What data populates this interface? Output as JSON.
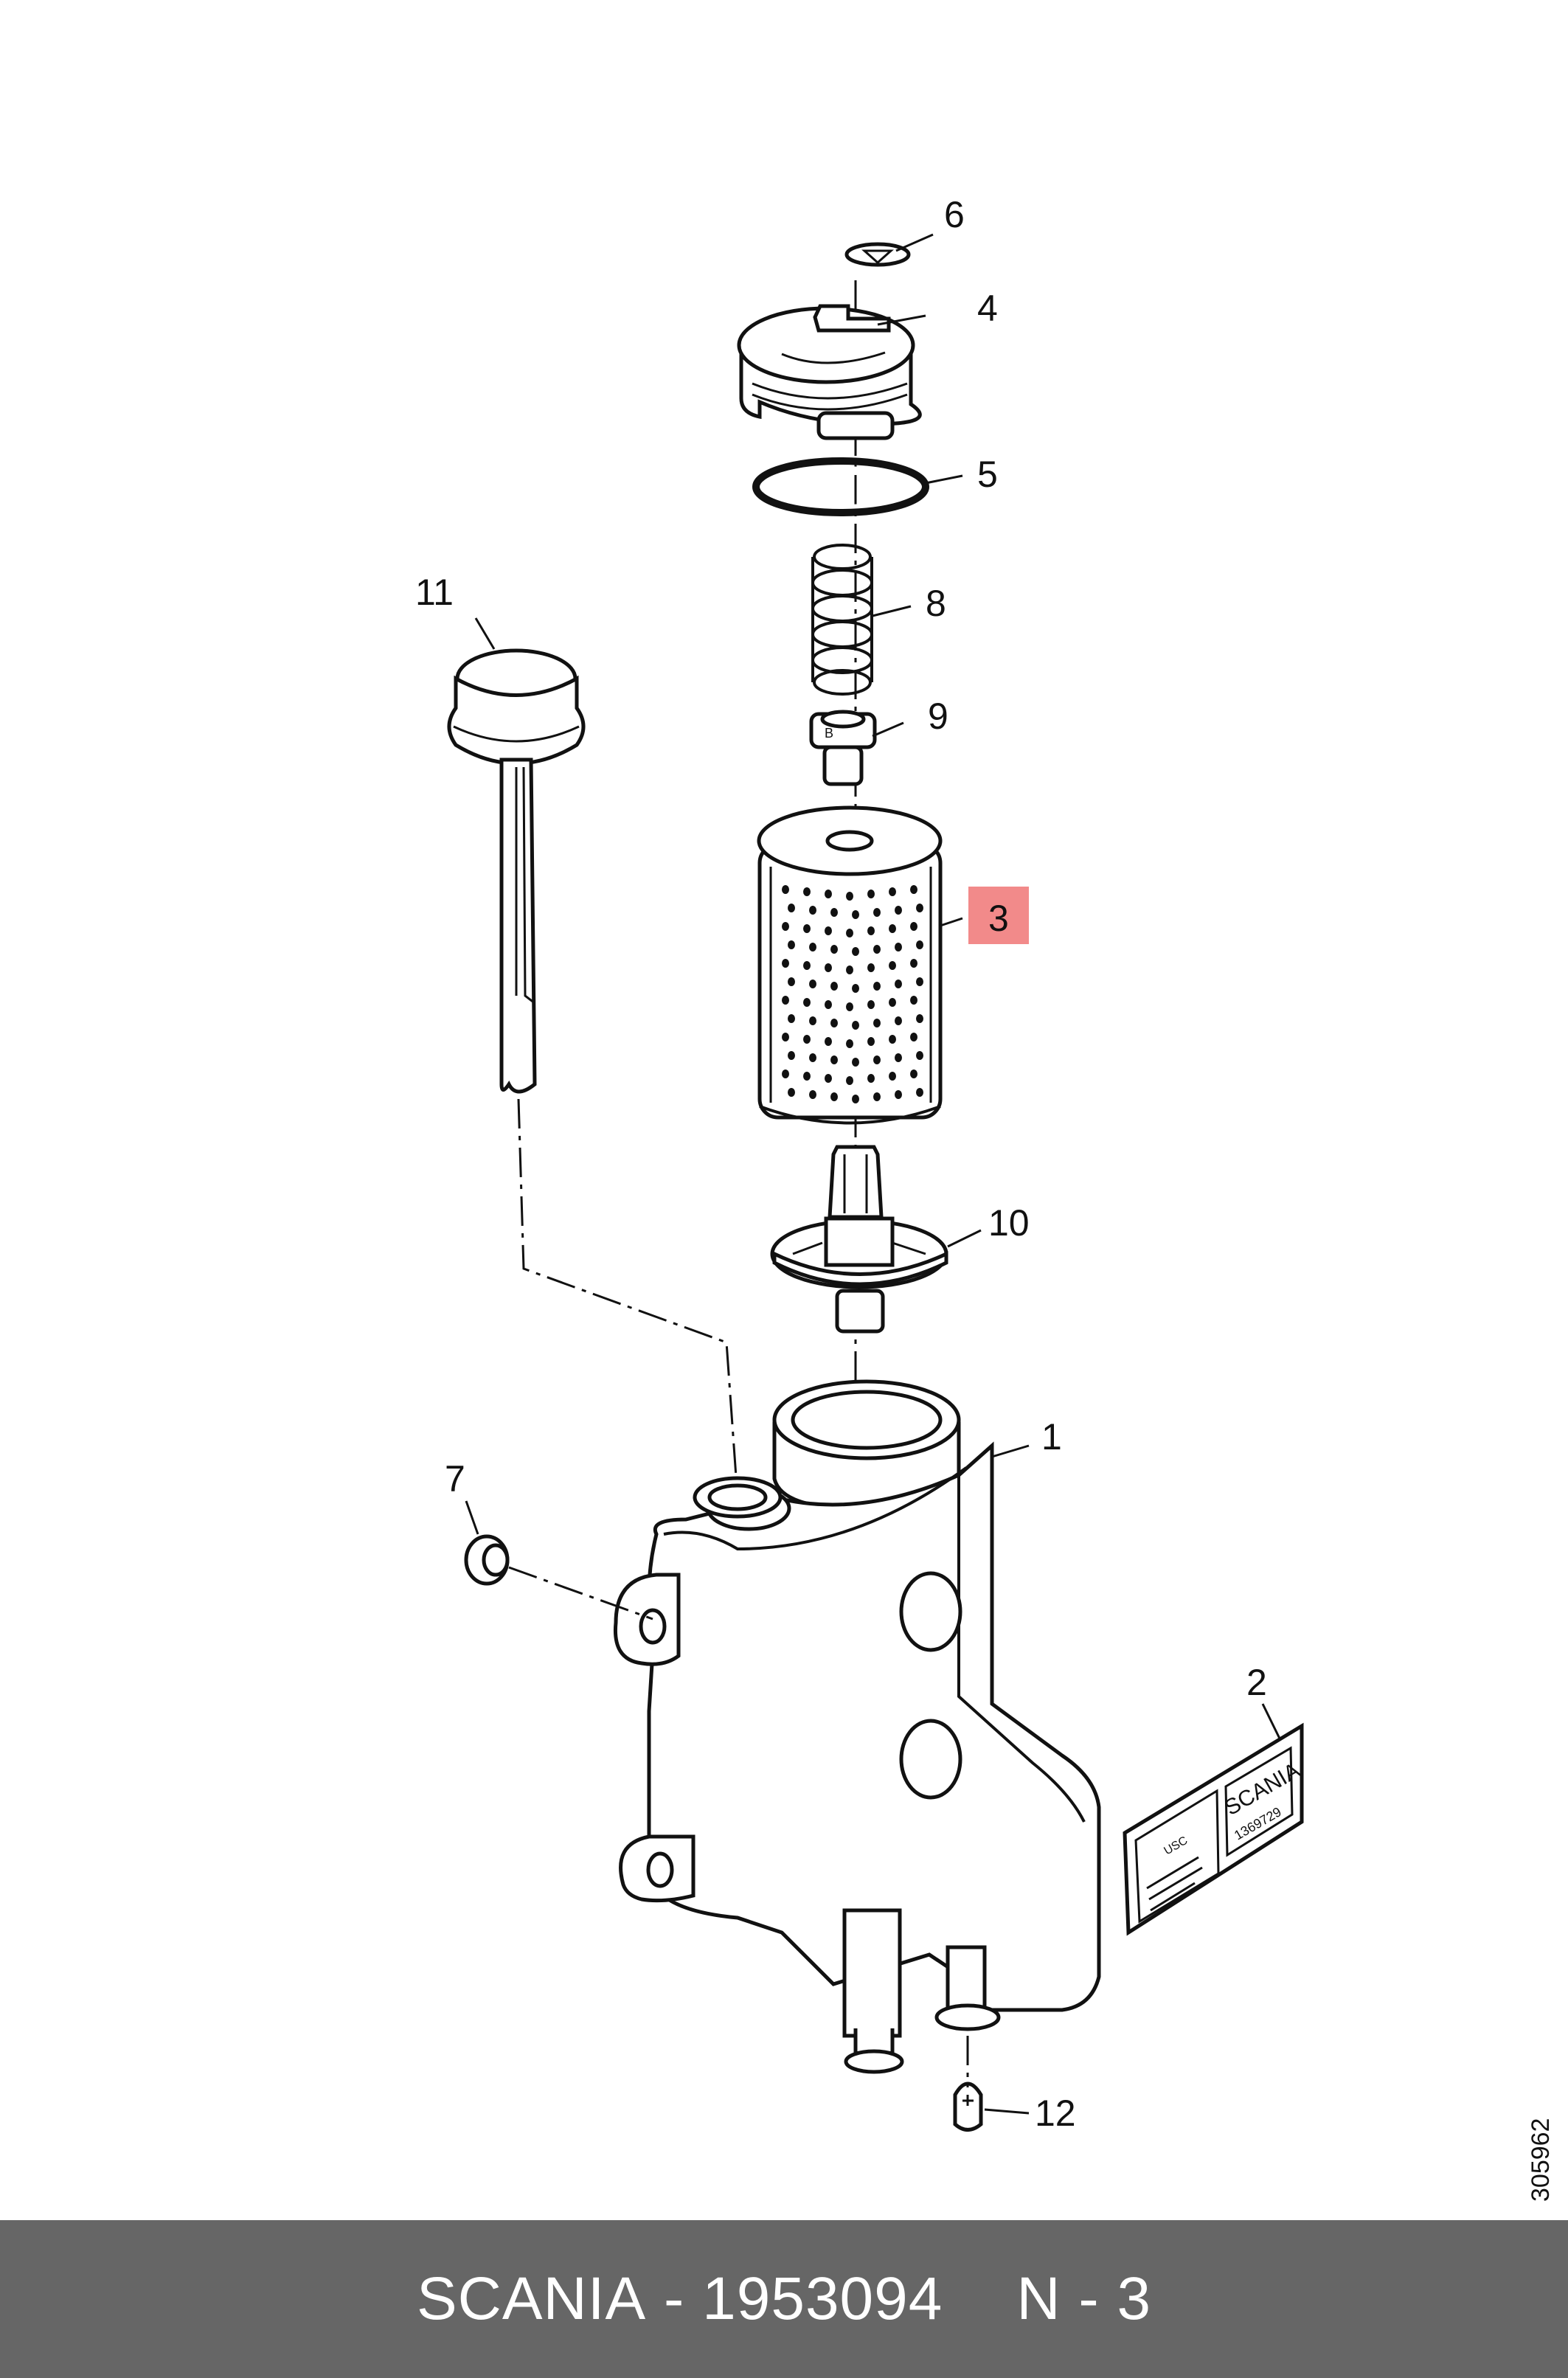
{
  "drawing_number": "305962",
  "footer": {
    "brand": "SCANIA",
    "separator": " - ",
    "part_number": "1953094",
    "position": "N - 3"
  },
  "callouts": {
    "c1": "1",
    "c2": "2",
    "c3": "3",
    "c4": "4",
    "c5": "5",
    "c6": "6",
    "c7": "7",
    "c8": "8",
    "c9": "9",
    "c10": "10",
    "c11": "11",
    "c12": "12"
  },
  "highlight": {
    "callout": "3",
    "color": "#f28a8a"
  },
  "label_plate": {
    "brand": "SCANIA",
    "number": "1369729",
    "code": "USC"
  },
  "colors": {
    "footer_bg": "#666666",
    "footer_text": "#ffffff",
    "ink": "#111111"
  }
}
